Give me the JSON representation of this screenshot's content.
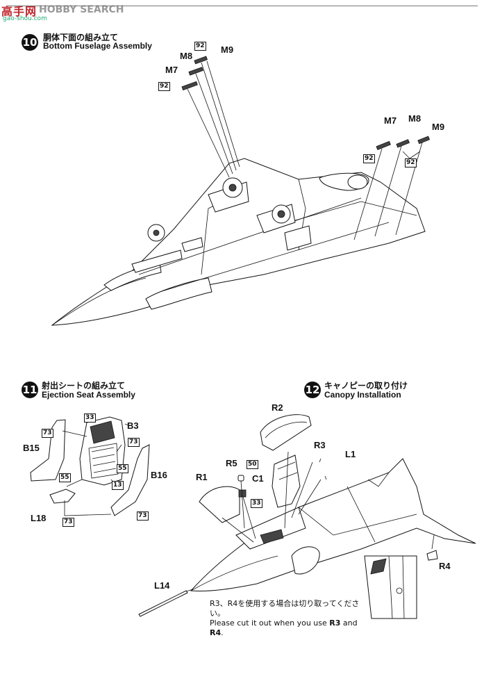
{
  "watermark": {
    "brand": "高手网",
    "search": "HOBBY SEARCH",
    "domain": "gao-shou.com"
  },
  "steps": [
    {
      "number": "10",
      "title_jp": "胴体下面の組み立て",
      "title_en": "Bottom Fuselage Assembly"
    },
    {
      "number": "11",
      "title_jp": "射出シートの組み立て",
      "title_en": "Ejection Seat Assembly"
    },
    {
      "number": "12",
      "title_jp": "キャノピーの取り付け",
      "title_en": "Canopy Installation"
    }
  ],
  "step10_labels": {
    "m9a": "M9",
    "m8a": "M8",
    "m7a": "M7",
    "p92a": "92",
    "p92b": "92",
    "m7b": "M7",
    "m8b": "M8",
    "m9b": "M9",
    "p92c": "92",
    "p92d": "92"
  },
  "step11_labels": {
    "p73a": "73",
    "b15": "B15",
    "p55a": "55",
    "l18": "L18",
    "p73b": "73",
    "p33": "33",
    "b3": "B3",
    "p73c": "73",
    "p55b": "55",
    "p13": "13",
    "b16": "B16",
    "p73d": "73"
  },
  "step12_labels": {
    "r2": "R2",
    "r3": "R3",
    "l1": "L1",
    "r5": "R5",
    "p50": "50",
    "c1": "C1",
    "p33": "33",
    "r1": "R1",
    "l14": "L14",
    "r4": "R4"
  },
  "step12_note": {
    "jp": "R3、R4を使用する場合は切り取ってください。",
    "en_prefix": "Please cut it out when you use ",
    "en_r3": "R3",
    "en_and": " and ",
    "en_r4": "R4",
    "en_end": "."
  }
}
